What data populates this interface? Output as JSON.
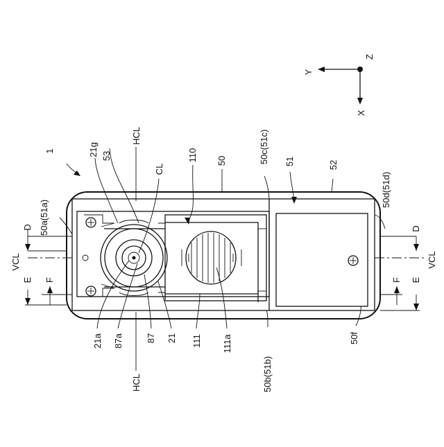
{
  "figure": {
    "labels": {
      "ref_1": "1",
      "ref_53": "53",
      "ref_21g": "21g",
      "ref_HCL_top": "HCL",
      "ref_CL": "CL",
      "ref_110": "110",
      "ref_50": "50",
      "ref_50c": "50c(51c)",
      "ref_51": "51",
      "ref_52": "52",
      "ref_50d": "50d(51d)",
      "ref_50a": "50a(51a)",
      "ref_D_left": "D",
      "ref_VCL_left": "VCL",
      "ref_F_left": "F",
      "ref_E_left": "E",
      "ref_D_right": "D",
      "ref_VCL_right": "VCL",
      "ref_F_right": "F",
      "ref_E_right": "E",
      "ref_21a": "21a",
      "ref_87a": "87a",
      "ref_87": "87",
      "ref_21": "21",
      "ref_111": "111",
      "ref_111a": "111a",
      "ref_50b": "50b(51b)",
      "ref_50f": "50f",
      "ref_HCL_bottom": "HCL"
    },
    "axes": {
      "y": "Y",
      "z": "Z",
      "x": "X"
    }
  }
}
